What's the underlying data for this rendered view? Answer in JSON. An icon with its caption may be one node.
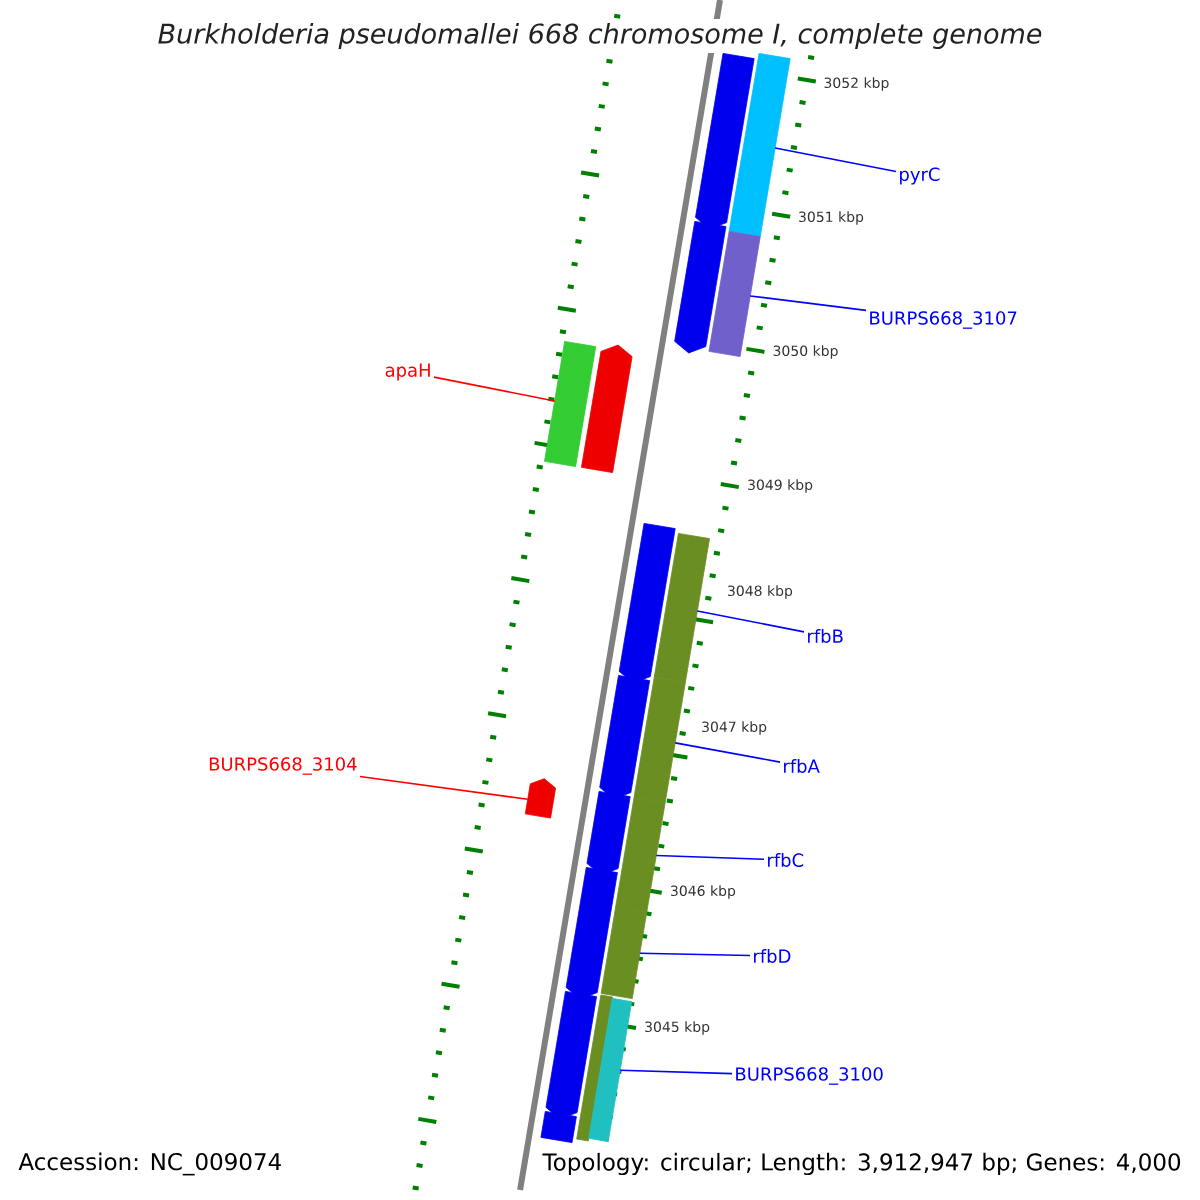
{
  "diagram": {
    "title": "Burkholderia pseudomallei 668 chromosome I, complete genome",
    "nodes": [
      {
        "text": [],
        "shape": "pentagon"
      },
      {
        "text": [],
        "shape": "bar"
      },
      {
        "text": [
          "pyrC"
        ]
      },
      {
        "text": [],
        "shape": "pentagon"
      },
      {
        "text": [],
        "shape": "bar"
      },
      {
        "text": [
          "BURPS668_3107"
        ]
      },
      {
        "text": [
          "apaH"
        ]
      },
      {
        "text": [],
        "shape": "bar"
      },
      {
        "text": [],
        "shape": "pentagon"
      },
      {
        "text": [],
        "shape": "pentagon"
      },
      {
        "text": [],
        "shape": "bar"
      },
      {
        "text": [
          "rfbB"
        ]
      },
      {
        "text": [],
        "shape": "pentagon"
      },
      {
        "text": [],
        "shape": "bar"
      },
      {
        "text": [
          "rfbA"
        ]
      },
      {
        "text": [
          "BURPS668_3104"
        ]
      },
      {
        "text": [],
        "shape": "pentagon"
      },
      {
        "text": [],
        "shape": "pentagon"
      },
      {
        "text": [],
        "shape": "bar"
      },
      {
        "text": [
          "rfbC"
        ]
      },
      {
        "text": [],
        "shape": "pentagon"
      },
      {
        "text": [],
        "shape": "bar"
      },
      {
        "text": [
          "rfbD"
        ]
      },
      {
        "text": [],
        "shape": "pentagon"
      },
      {
        "text": [],
        "shape": "bar"
      },
      {
        "text": [],
        "shape": "bar"
      },
      {
        "text": [
          "BURPS668_3100"
        ]
      },
      {
        "text": [],
        "shape": "bar"
      }
    ],
    "edges": [
      {
        "from": 2,
        "to": 1,
        "arrow": "none"
      },
      {
        "from": 5,
        "to": 4,
        "arrow": "none"
      },
      {
        "from": 6,
        "to": 7,
        "arrow": "none",
        "color": "#ff0000"
      },
      {
        "from": 11,
        "to": 10,
        "arrow": "none"
      },
      {
        "from": 14,
        "to": 13,
        "arrow": "none"
      },
      {
        "from": 15,
        "to": 16,
        "arrow": "none",
        "color": "#ff0000"
      },
      {
        "from": 19,
        "to": 18,
        "arrow": "none"
      },
      {
        "from": 22,
        "to": 21,
        "arrow": "none"
      },
      {
        "from": 26,
        "to": 25,
        "arrow": "none"
      }
    ],
    "labels": [
      "3052 kbp",
      "3051 kbp",
      "3050 kbp",
      "3049 kbp",
      "3048 kbp",
      "3047 kbp",
      "3046 kbp",
      "3045 kbp",
      "Accession: NC_009074",
      "Topology: circular; Length: 3,912,947 bp; Genes: 4,000"
    ]
  }
}
